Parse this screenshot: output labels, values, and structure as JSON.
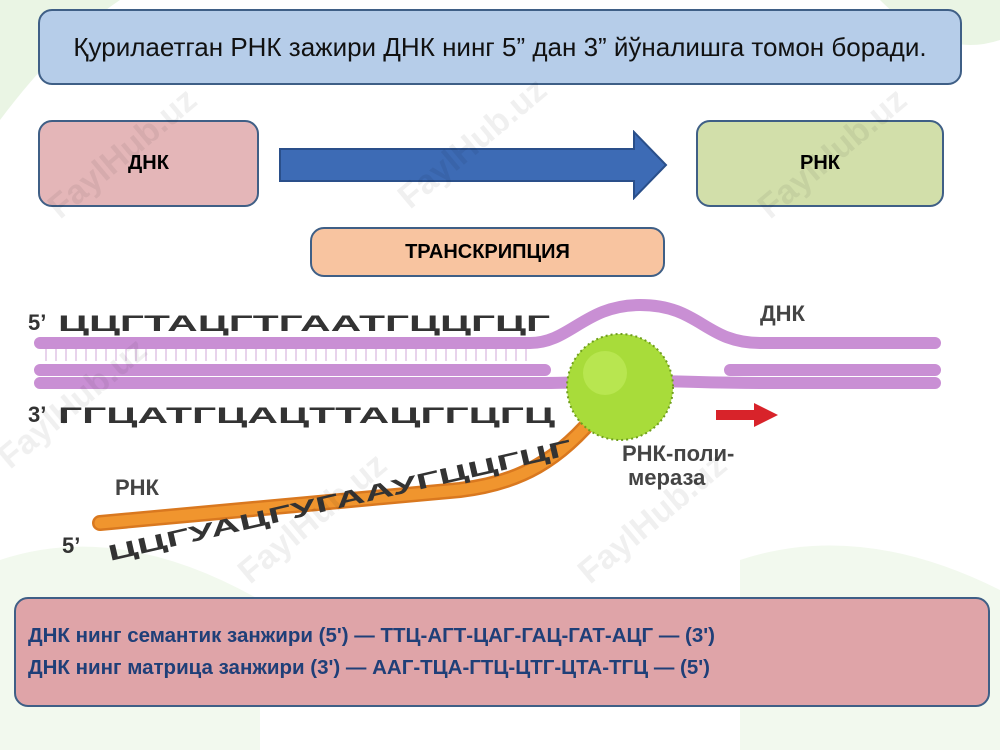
{
  "title": "Қурилаетган РНК зажири ДНК нинг 5”  дан 3” йўналишга томон боради.",
  "flow": {
    "source_label": "ДНК",
    "target_label": "РНК",
    "process_label": "ТРАНСКРИПЦИЯ"
  },
  "diagram": {
    "top_strand": {
      "end_label": "5’",
      "sequence": "ЦЦГТАЦГТГААТГЦЦГЦГ"
    },
    "bottom_strand": {
      "end_label": "3’",
      "sequence": "ГГЦАТГЦАЦТТАЦГГЦГЦ"
    },
    "dna_label": "ДНК",
    "rna_label": "РНК",
    "rna_end_label": "5’",
    "rna_sequence": "ЦЦГУАЦГУГААУГЦЦГЦГ",
    "polymerase_label_line1": "РНК-поли-",
    "polymerase_label_line2": "мераза"
  },
  "strands": {
    "semantic": "ДНК нинг семантик занжири  (5') — ТТЦ-АГТ-ЦАГ-ГАЦ-ГАТ-АЦГ — (3')",
    "template": "ДНК нинг матрица занжири (3') — ААГ-ТЦА-ГТЦ-ЦТГ-ЦТА-ТГЦ — (5')"
  },
  "watermark": "FaylHub.uz",
  "colors": {
    "title_bg": "#b6cde9",
    "dnk_bg": "#e4b6b8",
    "rnk_bg": "#d2dfaa",
    "process_bg": "#f8c4a0",
    "bottom_bg": "#dfa4a8",
    "arrow": "#3d6bb5",
    "dna_strand": "#c98fd4",
    "rna_strand": "#f0952e",
    "polymerase": "#a8dc3a",
    "direction_arrow": "#d8232a"
  }
}
